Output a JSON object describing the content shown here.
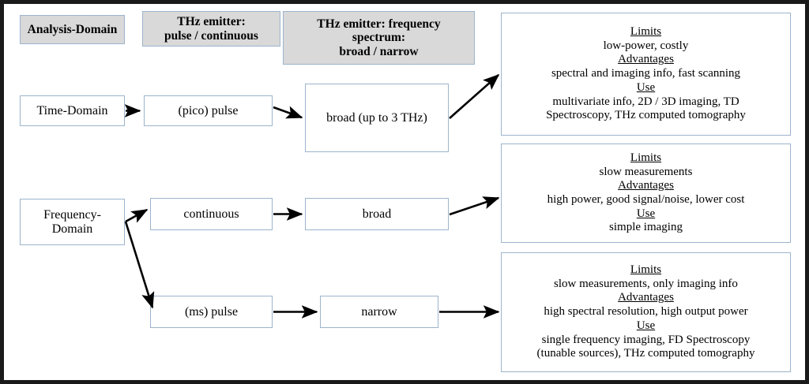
{
  "figure": {
    "type": "flowchart",
    "accent_border": "#9cb4cc",
    "header_fill": "#d9d9d9",
    "frame_color": "#1a1a1a"
  },
  "headers": [
    {
      "id": "analysis-domain",
      "label": "Analysis-Domain"
    },
    {
      "id": "thz-emitter-mode",
      "line1": "THz emitter:",
      "line2": "pulse / continuous"
    },
    {
      "id": "thz-emitter-spectrum",
      "line1": "THz emitter: frequency",
      "line2": "spectrum:",
      "line3": "broad / narrow"
    }
  ],
  "rows": {
    "time_domain": {
      "domain": "Time-Domain",
      "emitter": "(pico) pulse",
      "spectrum": "broad (up to 3 THz)"
    },
    "frequency_domain": {
      "domain_line1": "Frequency-",
      "domain_line2": "Domain",
      "branch_a": {
        "emitter": "continuous",
        "spectrum": "broad"
      },
      "branch_b": {
        "emitter": "(ms) pulse",
        "spectrum": "narrow"
      }
    }
  },
  "panels": [
    {
      "id": "panel-time-domain",
      "limits_head": "Limits",
      "limits_lines": [
        "low-power, costly"
      ],
      "advantages_head": "Advantages",
      "advantages_lines": [
        "spectral and imaging info, fast scanning"
      ],
      "use_head": "Use",
      "use_lines": [
        "multivariate info, 2D / 3D imaging, TD",
        "Spectroscopy, THz computed tomography"
      ]
    },
    {
      "id": "panel-fd-continuous-broad",
      "limits_head": "Limits",
      "limits_lines": [
        "slow measurements"
      ],
      "advantages_head": "Advantages",
      "advantages_lines": [
        "high power, good signal/noise, lower cost"
      ],
      "use_head": "Use",
      "use_lines": [
        "simple imaging"
      ]
    },
    {
      "id": "panel-fd-pulse-narrow",
      "limits_head": "Limits",
      "limits_lines": [
        "slow measurements, only imaging info"
      ],
      "advantages_head": "Advantages",
      "advantages_lines": [
        "high spectral resolution, high output power"
      ],
      "use_head": "Use",
      "use_lines": [
        "single frequency imaging, FD Spectroscopy",
        "(tunable sources), THz computed tomography"
      ]
    }
  ]
}
